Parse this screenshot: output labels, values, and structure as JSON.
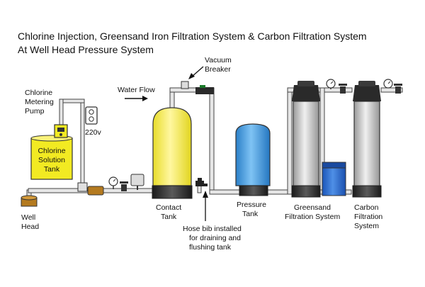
{
  "title": {
    "line1": "Chlorine Injection, Greensand Iron Filtration System & Carbon Filtration System",
    "line2": "At Well Head Pressure System"
  },
  "labels": {
    "chlorine_metering_pump": [
      "Chlorine",
      "Metering",
      "Pump"
    ],
    "chlorine_solution_tank": [
      "Chlorine",
      "Solution",
      "Tank"
    ],
    "voltage": "220v",
    "well_head": [
      "Well",
      "Head"
    ],
    "water_flow": "Water Flow",
    "vacuum_breaker": [
      "Vacuum",
      "Breaker"
    ],
    "contact_tank": [
      "Contact",
      "Tank"
    ],
    "hose_bib": [
      "Hose bib installed",
      "for draining and",
      "flushing tank"
    ],
    "pressure_tank": [
      "Pressure",
      "Tank"
    ],
    "greensand_system": [
      "Greensand",
      "Filtration System"
    ],
    "carbon_system": [
      "Carbon",
      "Filtration",
      "System"
    ]
  },
  "colors": {
    "pipe": "#e6e6e6",
    "chlorine_yellow": "#f2ea22",
    "contact_tank_yellow": "#f7ee45",
    "pressure_tank_blue": "#3d9ae0",
    "brine_tank_blue": "#1f5fc7",
    "filter_gray": "#b8b8b8",
    "dark_base": "#2a2a2a",
    "meter_brown": "#b47a1f"
  }
}
